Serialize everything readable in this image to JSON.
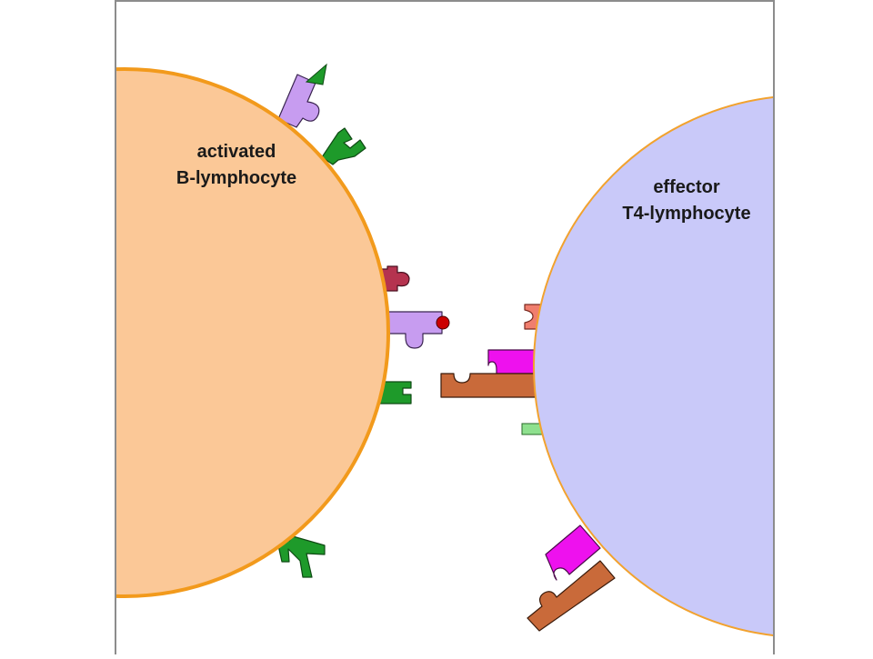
{
  "cells": {
    "b_cell": {
      "name_line1": "activated",
      "name_line2": "B-lymphocyte"
    },
    "t_cell": {
      "name_line1": "effector",
      "name_line2": "T4-lymphocyte"
    }
  },
  "colors": {
    "b_cell_fill": "#fbc897",
    "b_cell_outline": "#f29a1c",
    "t_cell_fill": "#c9c9f9",
    "t_cell_outline": "#f2a22e",
    "frame": "#8c8c8c",
    "antibody_receptor": "#1e9a2a",
    "mhc_class_ii": "#c79cf0",
    "antigen_peptide": "#cc0000",
    "t_cell_receptor": "#c96a3a",
    "cd4": "#ee11ee",
    "crimson_receptor": "#b5334f",
    "salmon_receptor": "#f07e6e",
    "light_green_receptor": "#8ee08e"
  }
}
